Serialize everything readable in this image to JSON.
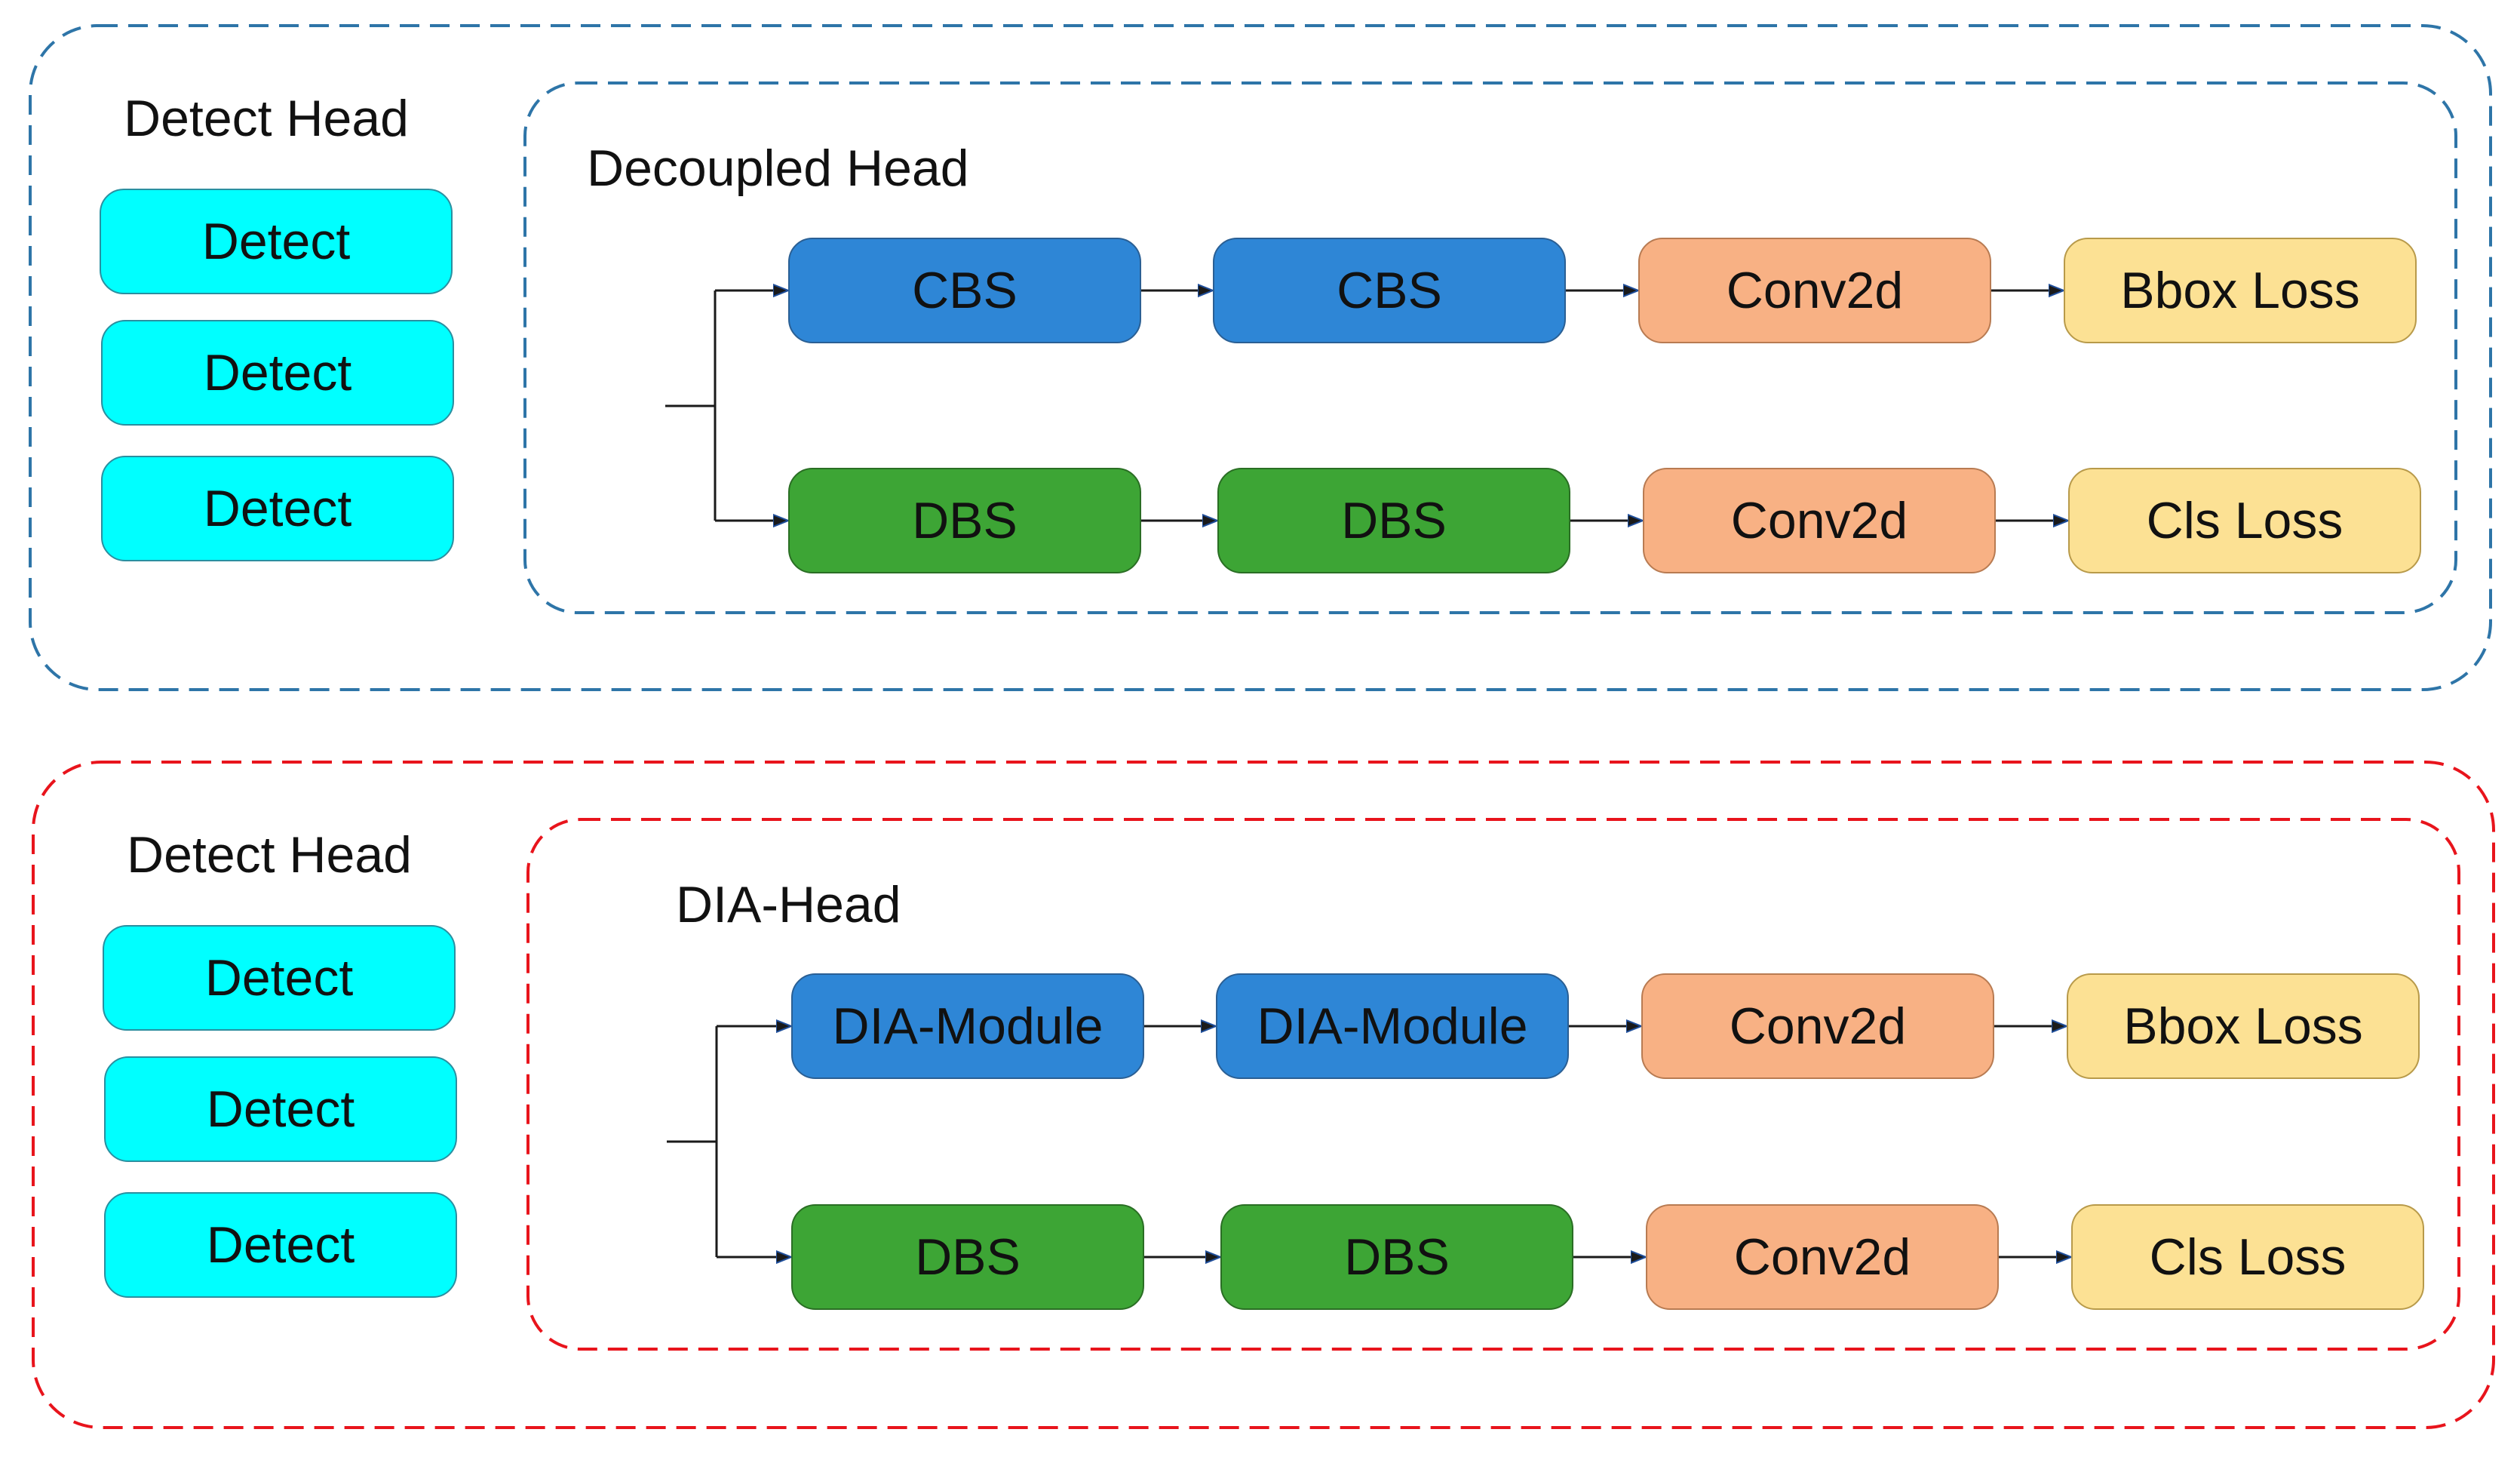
{
  "colors": {
    "top_frame": "#2E75A8",
    "bottom_frame": "#E8141C",
    "detect": "#00FFFF",
    "blue": "#2E86D6",
    "green": "#3DA535",
    "orange": "#F8B184",
    "yellow": "#FCE194",
    "connector": "#1a1a1a"
  },
  "top": {
    "outer_title": "Detect Head",
    "inner_title": "Decoupled Head",
    "detect": [
      "Detect",
      "Detect",
      "Detect"
    ],
    "row1": [
      "CBS",
      "CBS",
      "Conv2d",
      "Bbox Loss"
    ],
    "row2": [
      "DBS",
      "DBS",
      "Conv2d",
      "Cls Loss"
    ]
  },
  "bottom": {
    "outer_title": "Detect Head",
    "inner_title": "DIA-Head",
    "detect": [
      "Detect",
      "Detect",
      "Detect"
    ],
    "row1": [
      "DIA-Module",
      "DIA-Module",
      "Conv2d",
      "Bbox Loss"
    ],
    "row2": [
      "DBS",
      "DBS",
      "Conv2d",
      "Cls Loss"
    ]
  }
}
